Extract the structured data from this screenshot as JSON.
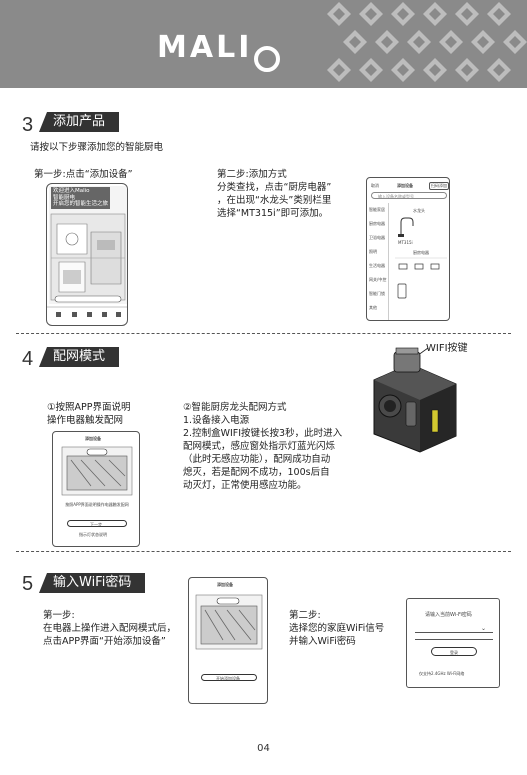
{
  "brand": {
    "logo": "MALI",
    "logo_glyph": "O"
  },
  "section3": {
    "number": "3",
    "title": "添加产品",
    "intro": "请按以下步骤添加您的智能厨电",
    "step1_label": "第一步:点击“添加设备”",
    "step1_banner": "欢迎进入Malio\n智能厨电\n开启您的智能生活之旅",
    "step2_text": "第二步:添加方式\n分类查找，点击“厨房电器”\n，在出现“水龙头”类别栏里\n选择“MT315i”即可添加。",
    "app_screen": {
      "top_left": "取消",
      "top_title": "添加设备",
      "top_right": "扫码添加",
      "search_placeholder": "输入设备名称或型号",
      "categories": [
        "智能家居",
        "厨房电器",
        "卫浴电器",
        "照明",
        "生活电器",
        "网关/中控",
        "智能门锁",
        "其他"
      ],
      "section_label": "水龙头",
      "item_label": "MT315i",
      "section2_label": "厨房电器"
    }
  },
  "section4": {
    "number": "4",
    "title": "配网模式",
    "wifi_label": "WIFI按键",
    "col1_text": "①按照APP界面说明\n操作电器触发配网",
    "col2_text": "②智能厨房龙头配网方式\n1.设备接入电源\n2.控制盒WIFI按键长按3秒，此时进入\n配网模式，感应窗处指示灯蓝光闪烁\n（此时无感应功能），配网成功自动\n熄灭，若是配网不成功，100s后自\n动灭灯，正常使用感应功能。",
    "phone_title": "添加设备",
    "phone_hint": "按照APP界面说明操作电器触发配网",
    "phone_button": "下一步",
    "phone_link": "指示灯状态说明"
  },
  "section5": {
    "number": "5",
    "title": "输入WiFi密码",
    "step1_text": "第一步:\n在电器上操作进入配网模式后，\n点击APP界面“开始添加设备”",
    "step2_text": "第二步:\n选择您的家庭WiFi信号\n并输入WiFi密码",
    "phone_title": "添加设备",
    "phone_button": "开始添加设备",
    "wifi_card_title": "请输入当前Wi-Fi密码",
    "wifi_card_button": "登录",
    "wifi_card_link": "仅支持2.4GHz Wi-Fi网络"
  },
  "footer": {
    "page_number": "04"
  }
}
